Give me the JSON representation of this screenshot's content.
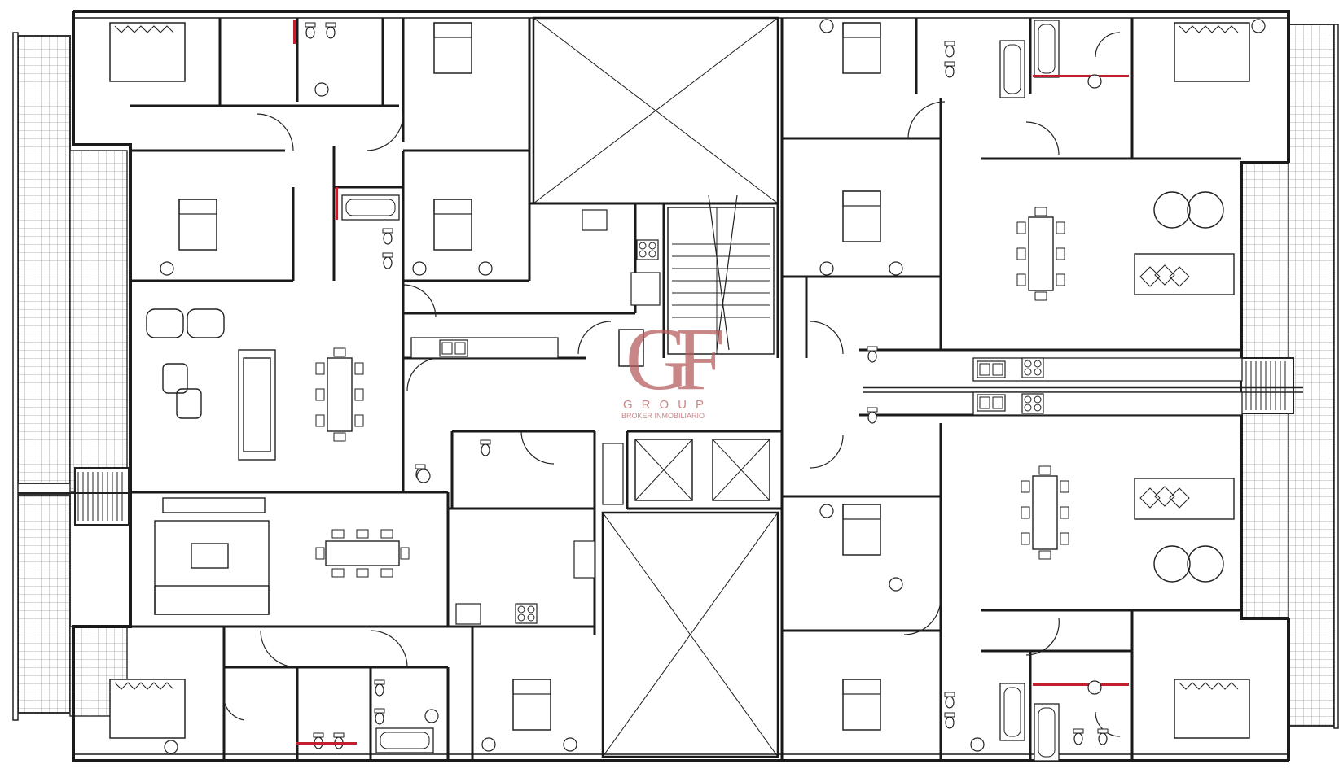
{
  "logo": {
    "mark": "GF",
    "word": "GROUP",
    "subtitle": "BROKER INMOBILIARIO",
    "color": "#b5585a"
  },
  "colors": {
    "wall": "#1a1a1a",
    "fixture_accent": "#c21f2f",
    "background": "#ffffff",
    "terrace_grid": "#9a9a9a"
  }
}
